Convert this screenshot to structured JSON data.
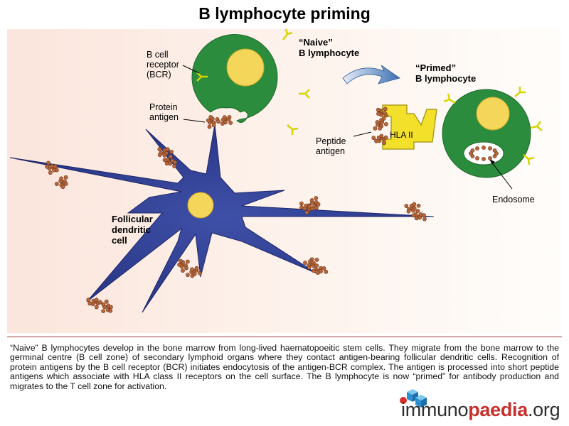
{
  "title": "B lymphocyte priming",
  "labels": {
    "bcr": "B cell\nreceptor\n(BCR)",
    "naive": "“Naive”\nB lymphocyte",
    "primed": "“Primed”\nB lymphocyte",
    "protein_antigen": "Protein\nantigen",
    "peptide_antigen": "Peptide\nantigen",
    "hla": "HLA II",
    "fdc": "Follicular\ndendritic\ncell",
    "endosome": "Endosome"
  },
  "caption": "“Naive” B lymphocytes develop in the bone marrow from long-lived haematopoeitic stem cells. They migrate from the bone marrow to the germinal centre (B cell zone) of secondary lymphoid organs where they contact antigen-bearing follicular dendritic cells. Recognition of protein antigens by the B cell receptor (BCR) initiates endocytosis of the antigen-BCR complex. The antigen is processed into short peptide antigens which associate with HLA class II receptors on the cell surface. The B lymphocyte is now “primed” for antibody production and migrates to the T cell zone for activation.",
  "logo": {
    "part1": "immuno",
    "part2": "paedia",
    "part3": ".org"
  },
  "colors": {
    "dendritic_cell": "#2b3b8f",
    "cell_green": "#2a8c3c",
    "nucleus": "#f3d65a",
    "antigen": "#b8663a",
    "receptor": "#d8d400",
    "hla": "#f2e02a",
    "arrow": "#3c6fb3"
  }
}
